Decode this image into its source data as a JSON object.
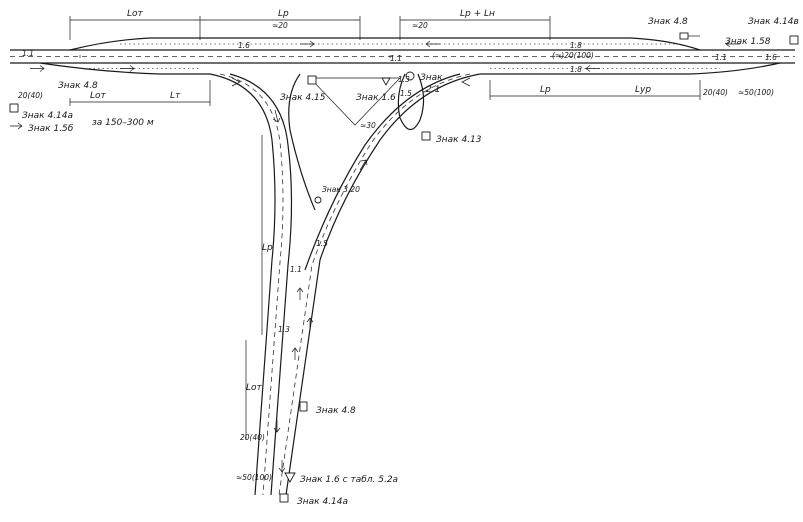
{
  "dimensions": {
    "top_left_lot": "Lот",
    "top_mid_lp": "Lр",
    "top_right_sum": "Lр + Lн",
    "bottom_left_lot": "Lот",
    "bottom_left_lr": "Lт",
    "bottom_right_lp": "Lр",
    "bottom_right_lvr": "Lур",
    "ramp_lp": "Lр",
    "ramp_lot": "Lот"
  },
  "speeds": {
    "top_mid": "≈20",
    "top_right": "≈20",
    "right_mid": "(≈)20(100)",
    "left_side": "20(40)",
    "right_side_1": "20(40)",
    "right_side_2": "≈50(100)",
    "ramp_mid": "≈30",
    "ramp_low_1": "≈50(100)",
    "ramp_low_2": "20(40)"
  },
  "signs": {
    "znak_48_top": "Знак 4.8",
    "znak_414v_top": "Знак 4.14в",
    "znak_158": "Знак 1.58",
    "znak_48_left": "Знак 4.8",
    "znak_414a_left": "Знак 4.14а",
    "znak_156": "Знак 1.5б",
    "distance": "за 150–300 м",
    "znak_415": "Знак 4.15",
    "znak_16": "Знак 1.6",
    "znak_21_a": "Знак",
    "znak_21_b": "2.1",
    "znak_413": "Знак 4.13",
    "znak_320": "Знак 3.20",
    "znak_48_ramp": "Знак 4.8",
    "znak_16_tab": "Знак 1.6 с табл. 5.2а",
    "znak_414a_bottom": "Знак 4.14а"
  },
  "lane_marks": {
    "m11_left": "1.1",
    "m16_left": "1.6",
    "m11_center": "1.1",
    "m18_top": "1.8",
    "m16_right": "1.6",
    "m11_right": "1.1",
    "m18_bottom": "1.8",
    "m13": "1.3",
    "m15": "1.5",
    "ramp_11": "1.1",
    "ramp_13": "1.3",
    "ramp_15": "1.5"
  }
}
